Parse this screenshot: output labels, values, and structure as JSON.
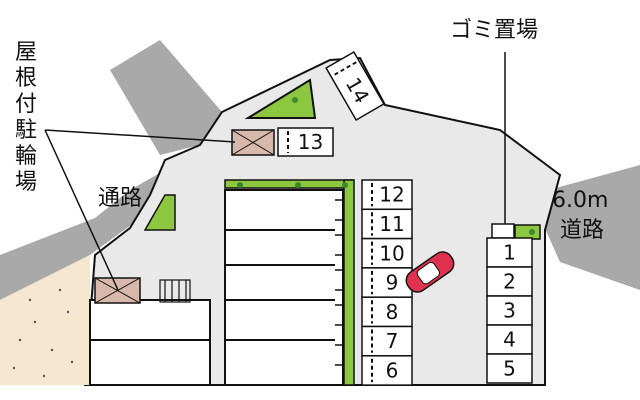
{
  "labels": {
    "covered_bike_parking": "屋根付駐輪場",
    "passage": "通路",
    "garbage_area": "ゴミ置場",
    "road_width": "6.0m",
    "road": "道路"
  },
  "parking": {
    "right_column": [
      "1",
      "2",
      "3",
      "4",
      "5"
    ],
    "center_column": [
      "12",
      "11",
      "10",
      "9",
      "8",
      "7",
      "6"
    ],
    "top": [
      "13",
      "14"
    ]
  },
  "colors": {
    "ground": "#e9e9e9",
    "road": "#a9a9a9",
    "gravel": "#f4e6cf",
    "green": "#8dc63f",
    "bike_shed": "#d8b8aa",
    "car": "#e0314e"
  }
}
